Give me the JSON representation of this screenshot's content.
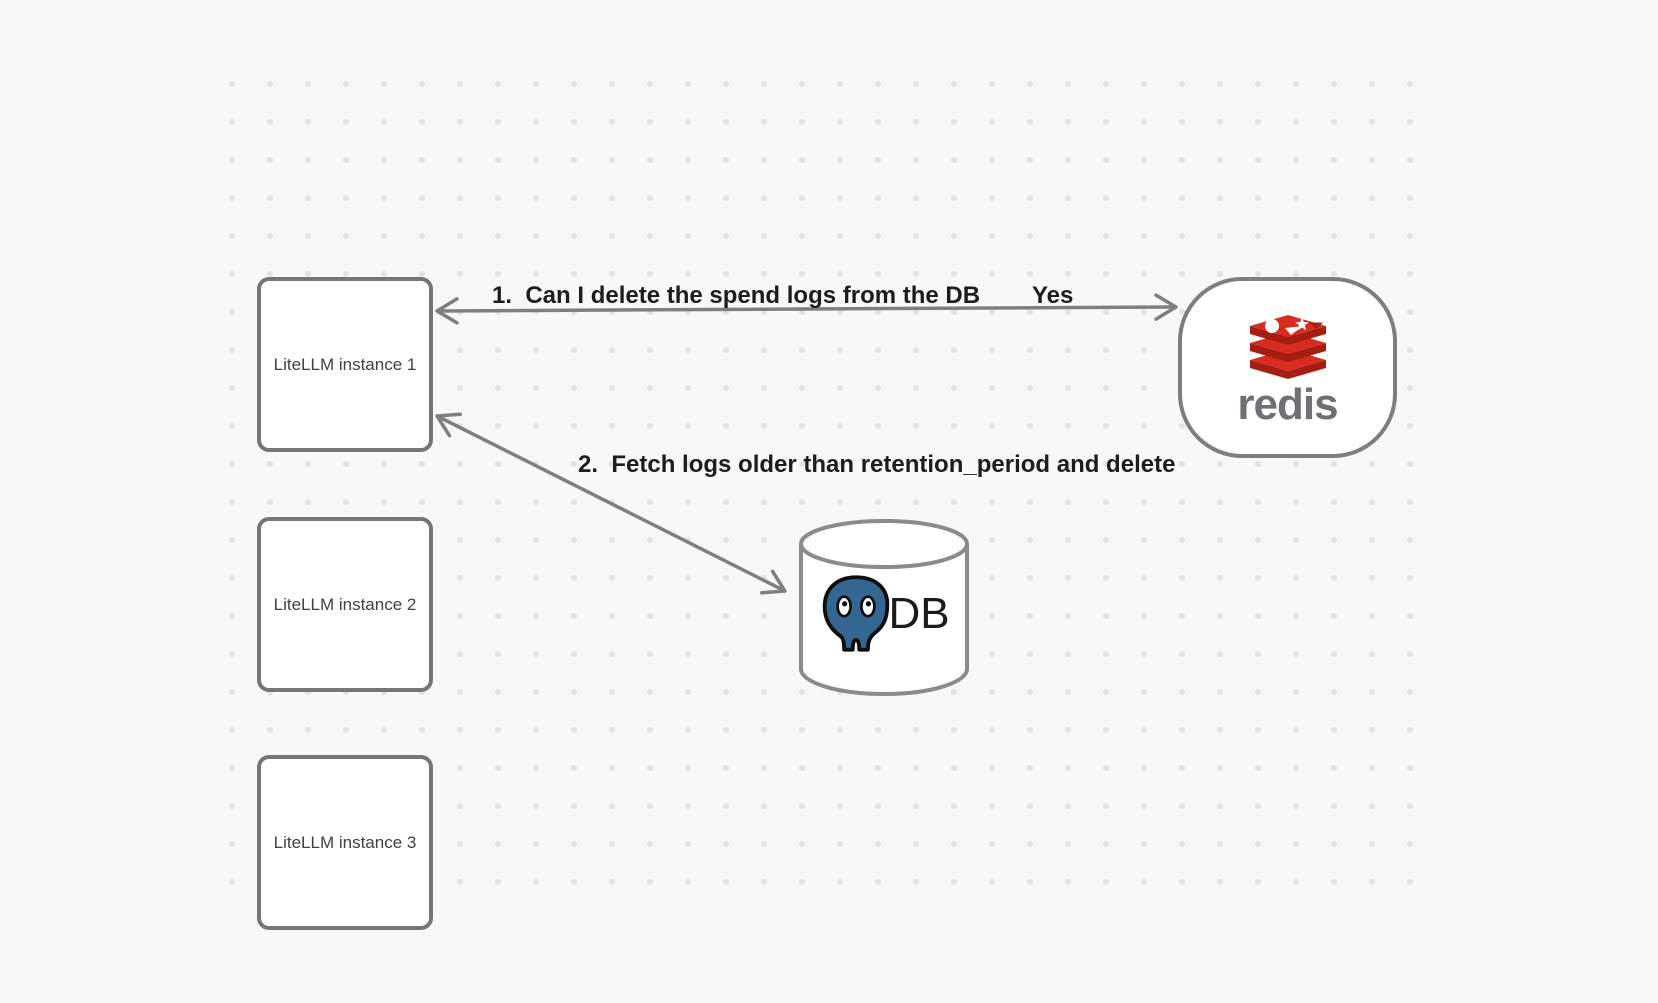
{
  "diagram": {
    "nodes": {
      "instance1": {
        "label": "LiteLLM instance 1"
      },
      "instance2": {
        "label": "LiteLLM instance 2"
      },
      "instance3": {
        "label": "LiteLLM instance 3"
      },
      "redis": {
        "wordmark": "redis"
      },
      "database": {
        "label": "DB"
      }
    },
    "edges": {
      "edge1": {
        "label": "1.  Can I delete the spend logs from the DB",
        "response_label": "Yes"
      },
      "edge2": {
        "label": "2.  Fetch logs older than retention_period and delete"
      }
    },
    "icons": {
      "redis_logo": "redis-stack-logo",
      "postgres_logo": "postgresql-elephant-logo"
    },
    "colors": {
      "background": "#f8f8f8",
      "dot": "#e4e4e4",
      "node_border": "#777777",
      "arrow": "#7f7f7f",
      "label_text": "#1d1d1f",
      "node_text": "#414141",
      "redis_red": "#d82c20",
      "redis_red_dark": "#a41e11",
      "redis_wordmark_gray": "#6e7073",
      "postgres_blue": "#336791"
    }
  }
}
